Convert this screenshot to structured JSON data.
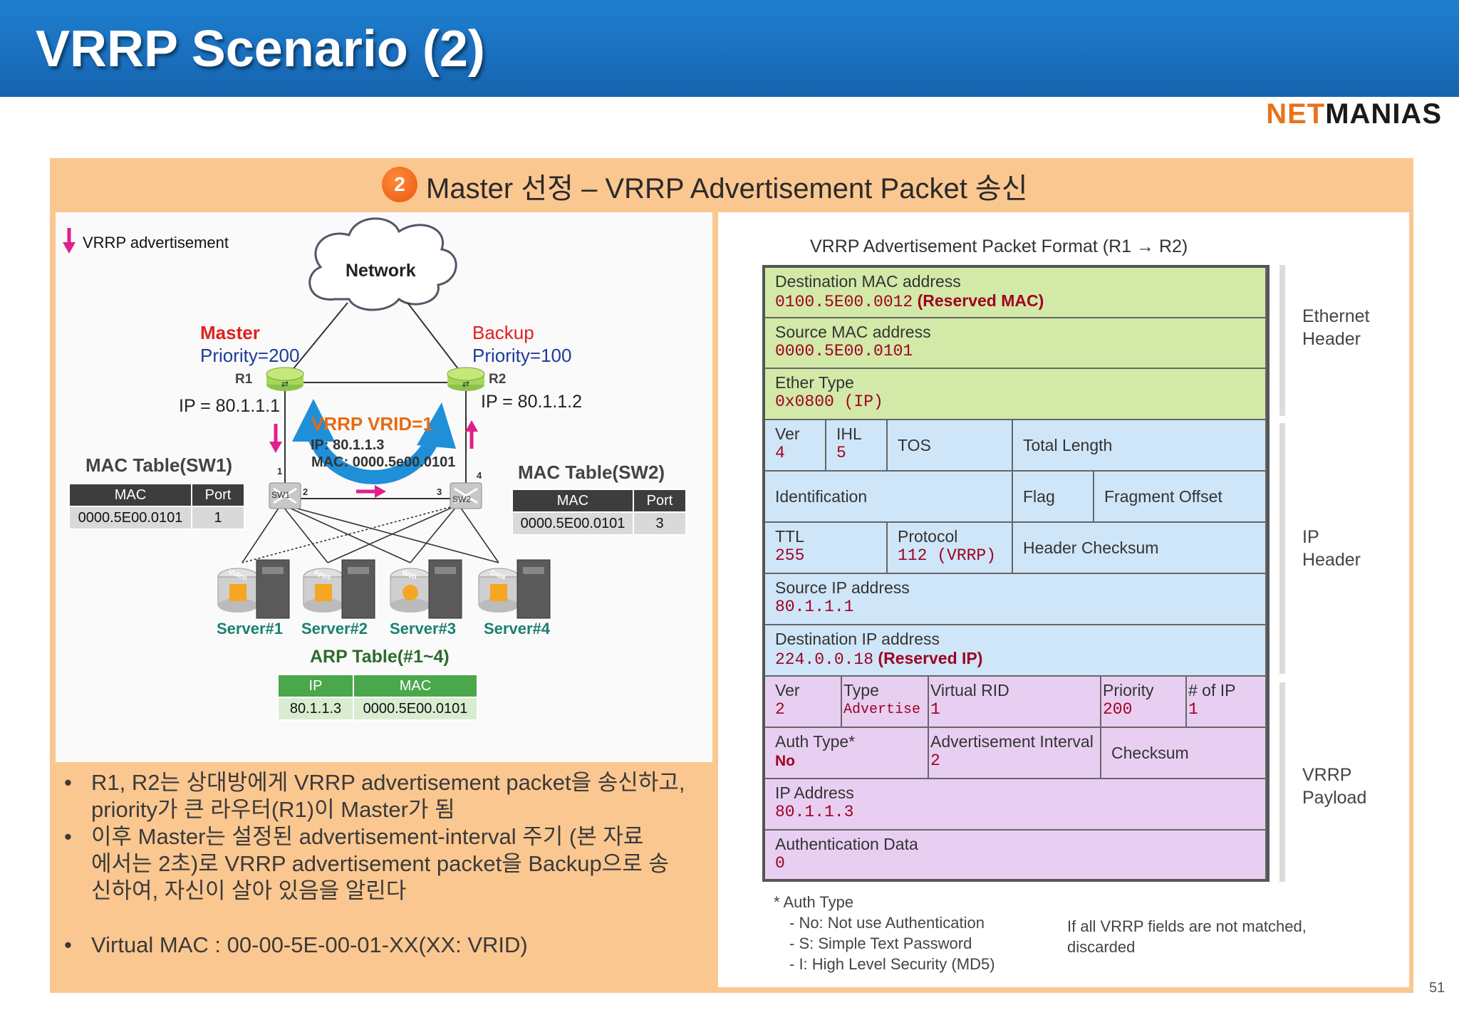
{
  "slide_title": "VRRP Scenario (2)",
  "logo": {
    "part1": "NET",
    "part2": "MANIAS"
  },
  "page_number": "51",
  "section": {
    "badge": "2",
    "title": "Master 선정  –  VRRP Advertisement Packet 송신"
  },
  "colors": {
    "title_bar": "#1a6fbe",
    "panel": "#fbc790",
    "master": "#e02020",
    "priority": "#1d3c9a",
    "vrid": "#e86a10",
    "arrow_magenta": "#e0208a",
    "server_label": "#1a8070",
    "ethernet": "#d3e9a8",
    "ip": "#cfe6f8",
    "vrrp": "#e8cff2",
    "value": "#a00022"
  },
  "diagram": {
    "legend": "VRRP advertisement",
    "network": "Network",
    "master": {
      "role": "Master",
      "priority": "Priority=200",
      "name": "R1",
      "ip": "IP = 80.1.1.1"
    },
    "backup": {
      "role": "Backup",
      "priority": "Priority=100",
      "name": "R2",
      "ip": "IP = 80.1.1.2"
    },
    "vrid": {
      "label": "VRRP VRID=1",
      "ip": "IP: 80.1.1.3",
      "mac": "MAC: 0000.5e00.0101"
    },
    "switches": {
      "sw1": "SW1",
      "sw2": "SW2"
    },
    "ports": {
      "sw1_up": "1",
      "sw1_right": "2",
      "sw2_left": "3",
      "sw2_up": "4"
    },
    "mac_table_sw1": {
      "title": "MAC Table(SW1)",
      "headers": [
        "MAC",
        "Port"
      ],
      "rows": [
        [
          "0000.5E00.0101",
          "1"
        ]
      ]
    },
    "mac_table_sw2": {
      "title": "MAC Table(SW2)",
      "headers": [
        "MAC",
        "Port"
      ],
      "rows": [
        [
          "0000.5E00.0101",
          "3"
        ]
      ]
    },
    "servers": [
      {
        "tag": "Video",
        "label": "Server#1"
      },
      {
        "tag": "Apps",
        "label": "Server#2"
      },
      {
        "tag": "Web",
        "label": "Server#3"
      },
      {
        "tag": "Data",
        "label": "Server#4"
      }
    ],
    "arp_table": {
      "title": "ARP Table(#1~4)",
      "headers": [
        "IP",
        "MAC"
      ],
      "rows": [
        [
          "80.1.1.3",
          "0000.5E00.0101"
        ]
      ]
    }
  },
  "bullets": [
    {
      "lines": [
        "R1, R2는 상대방에게 VRRP advertisement packet을 송신하고,",
        "priority가 큰 라우터(R1)이 Master가 됨"
      ]
    },
    {
      "lines": [
        "이후 Master는 설정된 advertisement-interval 주기 (본 자료",
        "에서는 2초)로 VRRP advertisement packet을 Backup으로 송",
        "신하여, 자신이 살아 있음을 알린다"
      ]
    },
    {
      "lines": [
        "Virtual MAC : 00-00-5E-00-01-XX(XX: VRID)"
      ]
    }
  ],
  "packet": {
    "title": "VRRP Advertisement Packet Format (R1 → R2)",
    "dst_mac": {
      "label": "Destination MAC address",
      "value": "0100.5E00.0012",
      "note": "(Reserved MAC)"
    },
    "src_mac": {
      "label": "Source MAC address",
      "value": "0000.5E00.0101"
    },
    "ether_type": {
      "label": "Ether Type",
      "value": "0x0800 (IP)"
    },
    "ip_ver": {
      "label": "Ver",
      "value": "4"
    },
    "ihl": {
      "label": "IHL",
      "value": "5"
    },
    "tos": {
      "label": "TOS"
    },
    "total_length": {
      "label": "Total Length"
    },
    "identification": {
      "label": "Identification"
    },
    "flag": {
      "label": "Flag"
    },
    "fragment_offset": {
      "label": "Fragment Offset"
    },
    "ttl": {
      "label": "TTL",
      "value": "255"
    },
    "protocol": {
      "label": "Protocol",
      "value": "112 (VRRP)"
    },
    "header_checksum": {
      "label": "Header Checksum"
    },
    "src_ip": {
      "label": "Source IP address",
      "value": "80.1.1.1"
    },
    "dst_ip": {
      "label": "Destination IP address",
      "value": "224.0.0.18",
      "note": "(Reserved IP)"
    },
    "vrrp_ver": {
      "label": "Ver",
      "value": "2"
    },
    "vrrp_type": {
      "label": "Type",
      "value": "Advertise"
    },
    "virtual_rid": {
      "label": "Virtual RID",
      "value": "1"
    },
    "priority": {
      "label": "Priority",
      "value": "200"
    },
    "num_ip": {
      "label": "# of IP",
      "value": "1"
    },
    "auth_type": {
      "label": "Auth Type*",
      "value": "No"
    },
    "adv_interval": {
      "label": "Advertisement Interval",
      "value": "2"
    },
    "checksum": {
      "label": "Checksum"
    },
    "ip_address": {
      "label": "IP Address",
      "value": "80.1.1.3"
    },
    "auth_data": {
      "label": "Authentication Data",
      "value": "0"
    },
    "side_labels": {
      "ethernet": [
        "Ethernet",
        "Header"
      ],
      "ip": [
        "IP",
        "Header"
      ],
      "vrrp": [
        "VRRP",
        "Payload"
      ]
    },
    "footnote": [
      "* Auth Type",
      "- No: Not use Authentication",
      "- S: Simple Text Password",
      "- I: High Level Security (MD5)"
    ],
    "discard_note": [
      "If all VRRP fields are not matched,",
      "discarded"
    ]
  }
}
